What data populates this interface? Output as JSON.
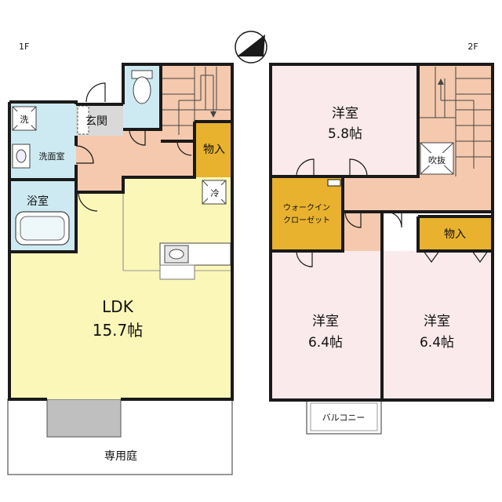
{
  "floor1": {
    "label": "1F",
    "rooms": {
      "ldk_name": "LDK",
      "ldk_size": "15.7帖",
      "genkan": "玄関",
      "senmenshitsu": "洗面室",
      "yokushitsu": "浴室",
      "sen": "洗",
      "monoire": "物入",
      "reizo": "冷",
      "garden": "専用庭"
    }
  },
  "floor2": {
    "label": "2F",
    "rooms": {
      "youshitsu_top_name": "洋室",
      "youshitsu_top_size": "5.8帖",
      "youshitsu_left_name": "洋室",
      "youshitsu_left_size": "6.4帖",
      "youshitsu_right_name": "洋室",
      "youshitsu_right_size": "6.4帖",
      "walkin_line1": "ウォークイン",
      "walkin_line2": "クローゼット",
      "monoire": "物入",
      "fukinuke": "吹抜",
      "balcony": "バルコニー"
    }
  },
  "colors": {
    "wall": "#1a1a1a",
    "ldk": "#fbf7b8",
    "wet": "#cdeaf2",
    "hall1": "#f5c9ad",
    "stairs": "#f5c9ad",
    "storage": "#e8b22e",
    "genkan": "#d9d9d9",
    "room2": "#fbeaec",
    "hall2": "#f5c9ad",
    "garden_tile": "#bfbfbf"
  }
}
